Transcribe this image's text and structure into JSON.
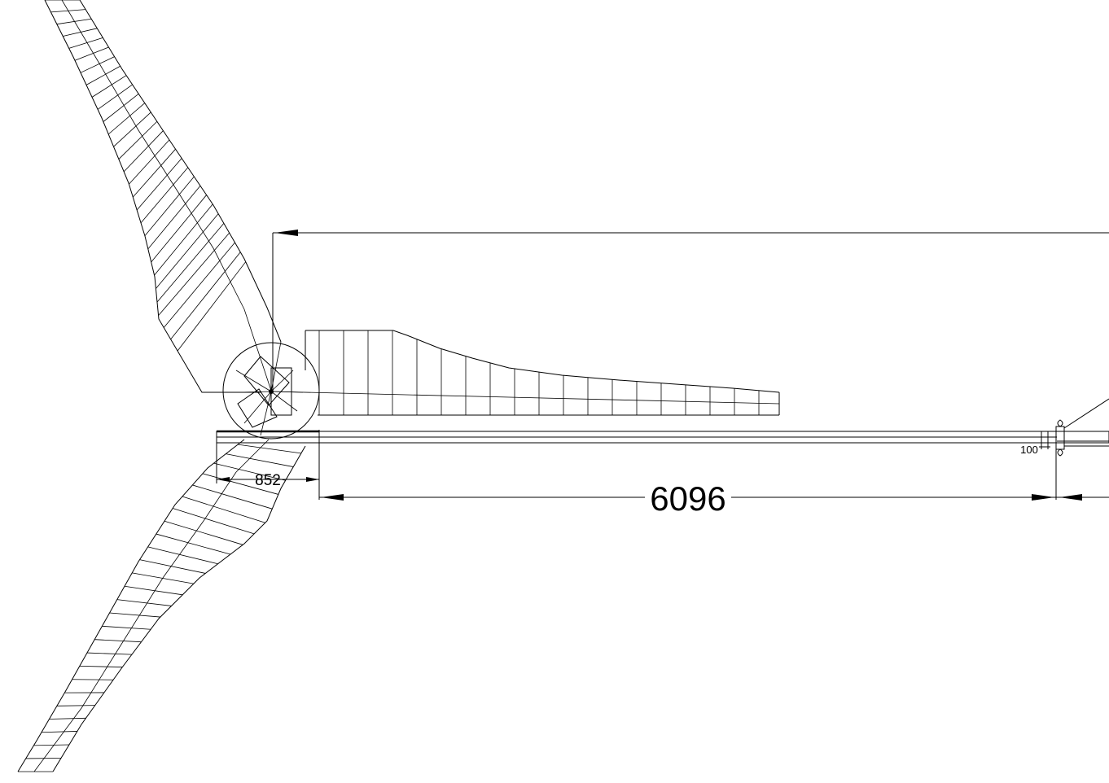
{
  "drawing": {
    "dimensions": {
      "tower_span": "6096",
      "hub_offset": "852",
      "flange_gap": "100"
    },
    "line_color": "#000000",
    "background_color": "#ffffff"
  }
}
